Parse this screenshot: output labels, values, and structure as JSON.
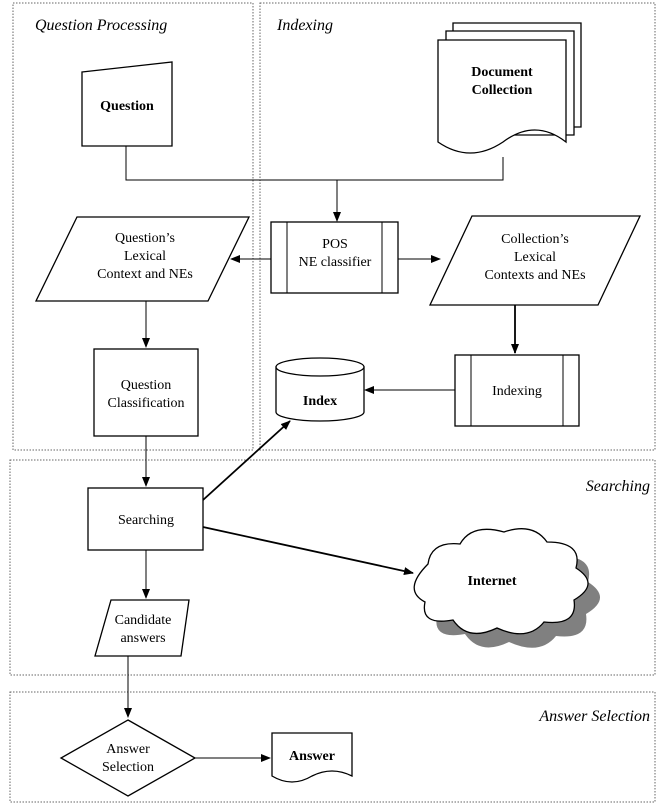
{
  "lanes": {
    "question_processing": "Question Processing",
    "indexing": "Indexing",
    "searching": "Searching",
    "answer_selection": "Answer Selection"
  },
  "nodes": {
    "question": "Question",
    "document_collection": [
      "Document",
      "Collection"
    ],
    "question_lexical": [
      "Question’s",
      "Lexical",
      "Context and NEs"
    ],
    "pos_classifier": [
      "POS",
      "NE classifier"
    ],
    "collection_lexical": [
      "Collection’s",
      "Lexical",
      "Contexts and NEs"
    ],
    "question_classification": [
      "Question",
      "Classification"
    ],
    "index": "Index",
    "indexing_process": "Indexing",
    "searching": "Searching",
    "internet": "Internet",
    "candidate_answers": [
      "Candidate",
      "answers"
    ],
    "answer_selection": [
      "Answer",
      "Selection"
    ],
    "answer": "Answer"
  },
  "colors": {
    "stroke": "#000000",
    "lane_border": "#666666",
    "cloud_shadow": "#808080"
  }
}
